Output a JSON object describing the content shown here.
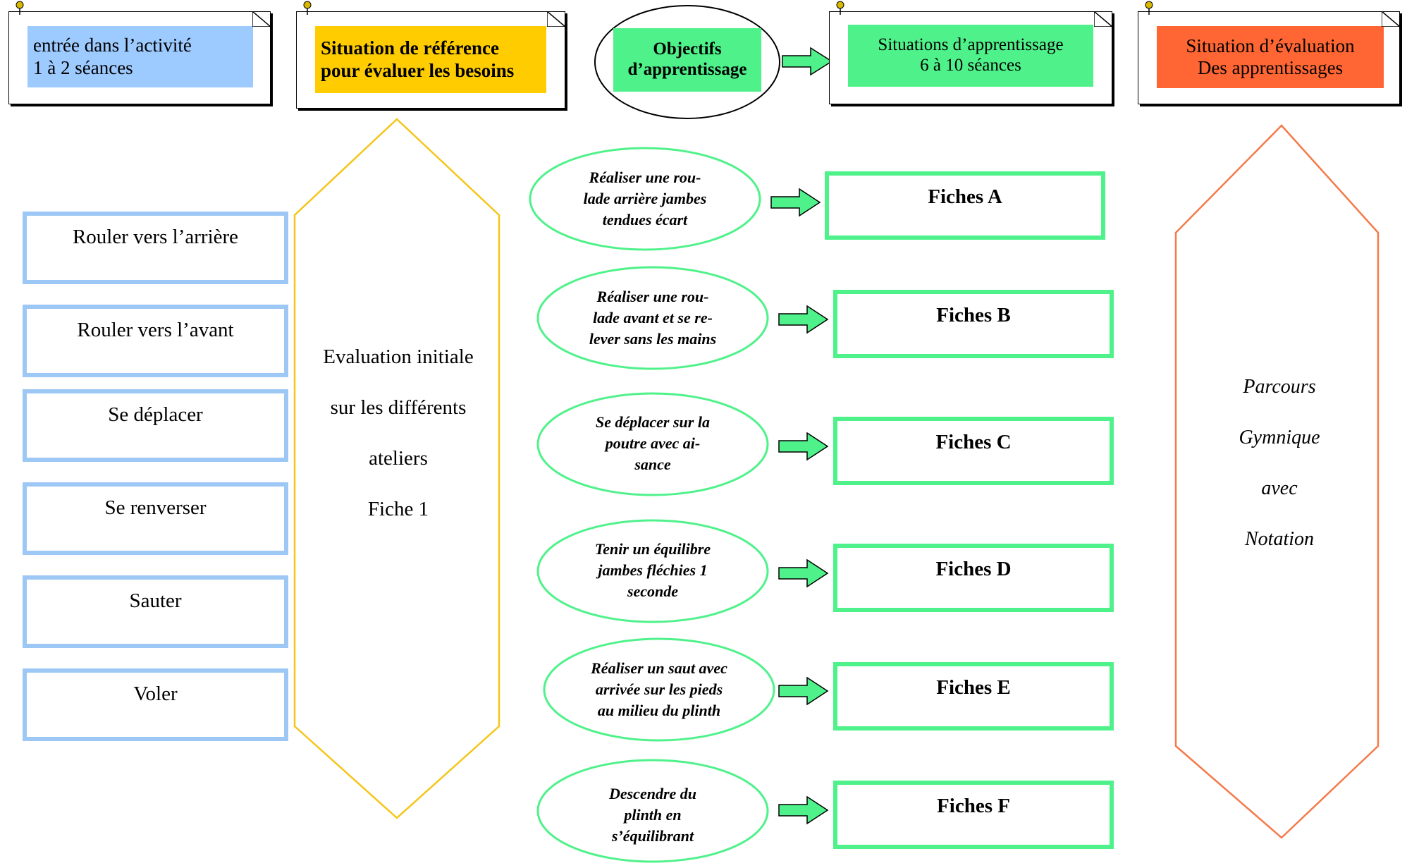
{
  "header": {
    "entree": {
      "line1": "entrée dans l’activité",
      "line2": "1 à 2 séances",
      "color": "#9dcaff"
    },
    "situation_reference": {
      "line1": "Situation de référence",
      "line2": "pour évaluer les besoins",
      "color": "#ffcc00"
    },
    "objectifs": {
      "line1": "Objectifs",
      "line2": "d’apprentissage",
      "color": "#4ff28a"
    },
    "situations_apprentissage": {
      "line1": "Situations d’apprentissage",
      "line2": "6 à 10 séances",
      "color": "#4ff28a"
    },
    "situation_evaluation": {
      "line1": "Situation d’évaluation",
      "line2": "Des apprentissages",
      "color": "#ff6633"
    }
  },
  "categories": [
    "Rouler vers l’arrière",
    "Rouler vers l’avant",
    "Se déplacer",
    "Se renverser",
    "Sauter",
    "Voler"
  ],
  "evaluation_initiale": {
    "line1": "Evaluation initiale",
    "line2": "sur les différents",
    "line3": "ateliers",
    "line4": "Fiche 1"
  },
  "objectives": [
    {
      "l1": "Réaliser une rou-",
      "l2": "lade arrière jambes",
      "l3": "tendues écart"
    },
    {
      "l1": "Réaliser une  rou-",
      "l2": "lade avant et se re-",
      "l3": "lever sans les mains"
    },
    {
      "l1": "Se déplacer sur la",
      "l2": "poutre  avec ai-",
      "l3": "sance"
    },
    {
      "l1": "Tenir un équilibre",
      "l2": "jambes fléchies 1",
      "l3": "seconde"
    },
    {
      "l1": "Réaliser un saut  avec",
      "l2": "arrivée sur les pieds",
      "l3": "au milieu du plinth"
    },
    {
      "l1": "Descendre du",
      "l2": "plinth en",
      "l3": "s’équilibrant"
    }
  ],
  "fiches": [
    "Fiches A",
    "Fiches B",
    "Fiches C",
    "Fiches D",
    "Fiches E",
    "Fiches F"
  ],
  "evaluation_finale": {
    "line1": "Parcours",
    "line2": "Gymnique",
    "line3": "avec",
    "line4": "Notation"
  },
  "colors": {
    "blue_border": "#9dc8f5",
    "yellow_line": "#f5c518",
    "green": "#4ff28a",
    "orange_line": "#f47a4a"
  }
}
